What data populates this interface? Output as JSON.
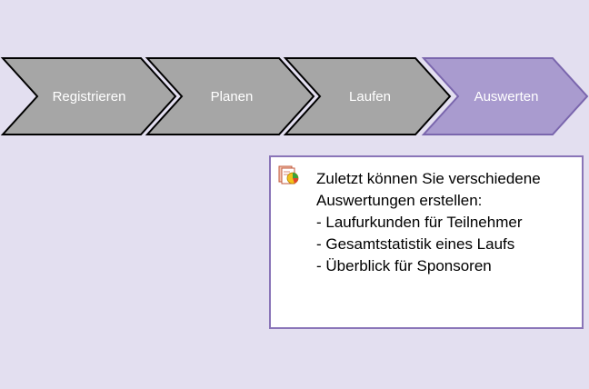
{
  "process": {
    "steps": [
      {
        "label": "Registrieren",
        "active": false
      },
      {
        "label": "Planen",
        "active": false
      },
      {
        "label": "Laufen",
        "active": false
      },
      {
        "label": "Auswerten",
        "active": true
      }
    ]
  },
  "info_box": {
    "icon": "report-chart-icon",
    "lines": [
      "Zuletzt können Sie verschiedene",
      "Auswertungen erstellen:",
      "- Laufurkunden für Teilnehmer",
      "- Gesamtstatistik eines Laufs",
      "- Überblick für Sponsoren"
    ]
  },
  "colors": {
    "background": "#e3dff0",
    "step_fill": "#a6a6a6",
    "step_active_fill": "#a99bcf",
    "step_stroke": "#000000",
    "step_active_stroke": "#7a66ad",
    "box_border": "#8a75b8"
  }
}
